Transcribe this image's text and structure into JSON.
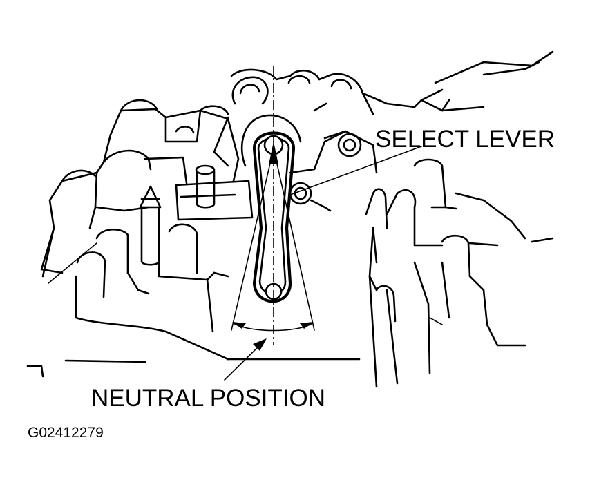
{
  "labels": {
    "select_lever": "SELECT LEVER",
    "neutral_position": "NEUTRAL POSITION",
    "figure_code": "G02412279"
  }
}
